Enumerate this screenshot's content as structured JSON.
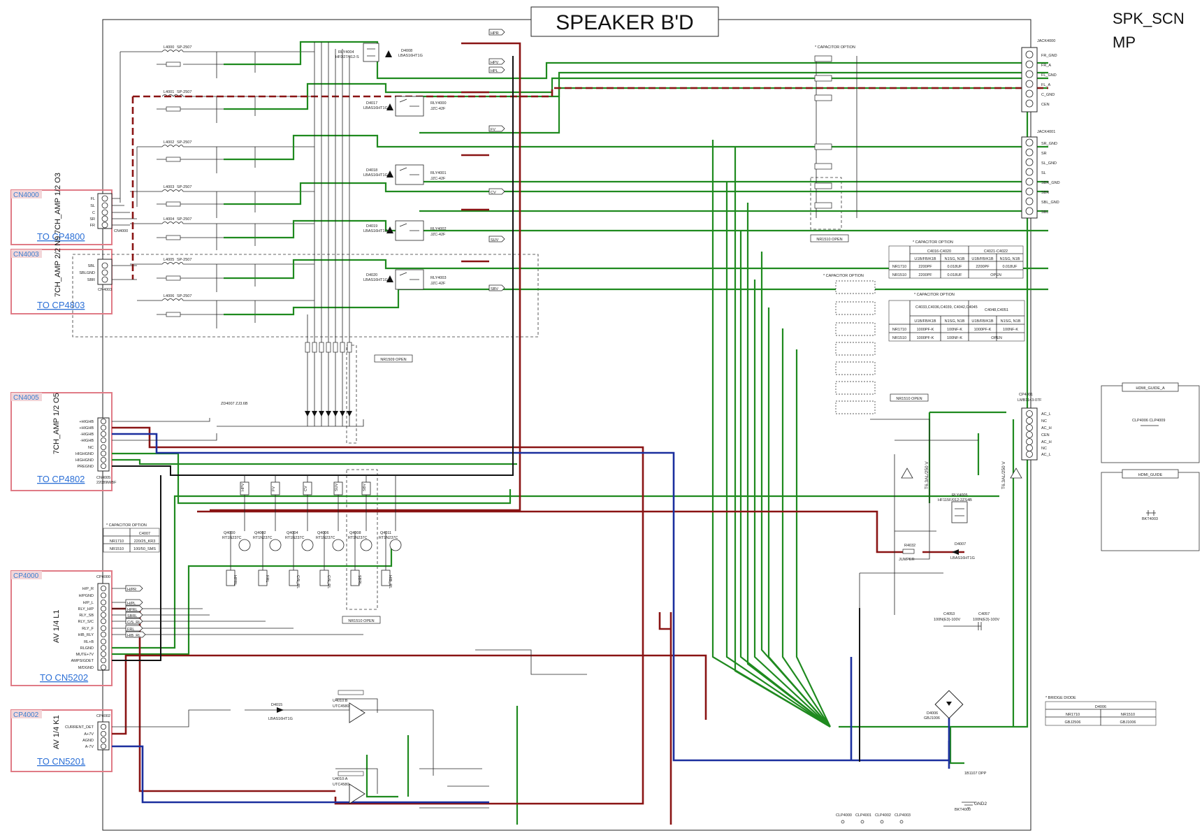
{
  "page": {
    "title": "SPEAKER B'D",
    "page_name": [
      "SPK_SCN",
      "MP"
    ]
  },
  "connectors": [
    {
      "id": "CN4000",
      "side_label": "7CH_AMP 1/2 O3",
      "link": "TO CP4800",
      "pins": [
        "FL",
        "SL",
        "C",
        "SR",
        "FR"
      ],
      "ref": "CN4000"
    },
    {
      "id": "CN4003",
      "side_label": "7CH_AMP 2/2 N9",
      "link": "TO CP4803",
      "pins": [
        "SBL",
        "SBLGND",
        "SBR"
      ],
      "ref": "CN4003"
    },
    {
      "id": "CN4005",
      "side_label": "7CH_AMP 1/2 O5",
      "link": "TO CP4802",
      "pins": [
        "+HIGHB",
        "+HIGHB",
        "-HIGHB",
        "-HIGHB",
        "NC",
        "HIGHGND",
        "HIGHGND",
        "PREGND"
      ],
      "ref": "CN4005",
      "ref2": "22089M/BF"
    },
    {
      "id": "CP4000",
      "side_label": "AV 1/4 L1",
      "link": "TO CN5202",
      "pins": [
        "H/P_R",
        "H/PGND",
        "H/P_L",
        "RLY_H/P",
        "RLY_SB",
        "RLY_S/C",
        "RLY_F",
        "HIB_RLY",
        "RL+B",
        "RLGND",
        "MUTE+7V",
        "AMPSIGDET",
        "M/DGND"
      ],
      "ref": "CP4000"
    },
    {
      "id": "CP4002",
      "side_label": "AV 1/4 K1",
      "link": "TO CN5201",
      "pins": [
        "CURRENT_DET",
        "A+7V",
        "AGND",
        "A-7V"
      ],
      "ref": "CP4002"
    }
  ],
  "jacks": [
    {
      "id": "JACK4000",
      "pins": [
        "FR_GND",
        "FR_A",
        "FL_GND",
        "FL_A",
        "C_GND",
        "CEN"
      ]
    },
    {
      "id": "JACK4001",
      "pins": [
        "SR_GND",
        "SR",
        "SL_GND",
        "SL",
        "SBR_GND",
        "SBR",
        "SBL_GND",
        "SBL"
      ]
    },
    {
      "id": "CP4001",
      "sub": "LMB1143-07F",
      "pins": [
        "AC_L",
        "NC",
        "AC_H",
        "CEN",
        "AC_H",
        "NC",
        "AC_L"
      ]
    }
  ],
  "net_tags": {
    "relay_side": [
      "HPR",
      "HPV",
      "HPL",
      "FV",
      "CV",
      "SUV",
      "SBV"
    ],
    "cp4000_side": [
      "H/PR",
      "H/PL",
      "HPRL",
      "SBRL",
      "C/S_RL",
      "FRL",
      "HIB_RL"
    ],
    "transistor_tags": [
      "HPV",
      "FV",
      "CV",
      "SUV",
      "SBV"
    ],
    "collector_tags": [
      "HPRL",
      "FRL",
      "C/S_RL",
      "C/S_RL",
      "SBRL",
      "HIB_RL"
    ]
  },
  "relays": [
    {
      "ref": "RLY4004",
      "part": "HFD27/012-S"
    },
    {
      "ref": "RLY4000",
      "part": "JZC-42F"
    },
    {
      "ref": "RLY4001",
      "part": "JZC-42F"
    },
    {
      "ref": "RLY4002",
      "part": "JZC-42F"
    },
    {
      "ref": "RLY4003",
      "part": "JZC-42F"
    },
    {
      "ref": "RLY4005",
      "part": "HF115F/012-2ZS4B"
    }
  ],
  "diodes": [
    {
      "ref": "D4008",
      "part": "LBAS16HT1G"
    },
    {
      "ref": "D4017",
      "part": "LBAS16HT1G"
    },
    {
      "ref": "D4018",
      "part": "LBAS16HT1G"
    },
    {
      "ref": "D4019",
      "part": "LBAS16HT1G"
    },
    {
      "ref": "D4020",
      "part": "LBAS16HT1G"
    },
    {
      "ref": "D4015",
      "part": "LBAS16HT1G"
    },
    {
      "ref": "D4007",
      "part": "LBAS16HT1G"
    },
    {
      "ref": "D4006",
      "part": "GBJ1006"
    }
  ],
  "transistors": [
    {
      "ref": "Q4000",
      "part": "RT1N237C"
    },
    {
      "ref": "Q4002",
      "part": "RT1N237C"
    },
    {
      "ref": "Q4004",
      "part": "RT1N237C"
    },
    {
      "ref": "Q4006",
      "part": "RT1N237C"
    },
    {
      "ref": "Q4008",
      "part": "RT1N237C"
    },
    {
      "ref": "Q4011",
      "part": "RT1N237C"
    }
  ],
  "coils": [
    "L4000",
    "L4001",
    "L4002",
    "L4003",
    "L4004",
    "L4005",
    "L4006"
  ],
  "coil_value": "SP-2507",
  "misc_labels": {
    "cap_option": "* CAPACITOR OPTION",
    "bridge_diode": "* BRIDGE DIODE",
    "nr1510_open": "NR1510 OPEN",
    "nr1509_open": "NR1509 OPEN",
    "jumper": "JUMPER",
    "hdmi_guide_a": "HDMI_GUIDE_A",
    "hdmi_guide": "HDMI_GUIDE",
    "clips_a": "CLP4006  CLP4009",
    "bkt4003": "BKT4003",
    "bkt4000": "BKT4000",
    "gnd2": "GND2",
    "clp_row": [
      "CLP4000",
      "CLP4001",
      "CLP4002",
      "CLP4003"
    ],
    "fuse_a": "T6.3AL/250 V",
    "fuse_b": "T6.3AL/250 V",
    "u4010b": "U4010:B",
    "u4010a": "U4010:A",
    "utc4580": "UTC4580",
    "c4053": "C4053",
    "c4057": "C4057",
    "c4053_val": "100N(E3)-100V",
    "c4057_val": "100N(E3)-100V",
    "r4032": "R4032",
    "dpp": "1B1107  DPP",
    "zd4007": "ZD4007  ZJ3.6B"
  },
  "tables": {
    "cap_table_1": {
      "header_top": [
        "",
        "C4016-C4020",
        "C4021-C4022"
      ],
      "header_sub": [
        "",
        "U1B/FB/K1B",
        "N1SG, N1B",
        "U1B/FB/K1B",
        "N1SG, N1B"
      ],
      "rows": [
        [
          "NR1710",
          "2200PF",
          "0.018UF",
          "2200PF",
          "0.018UF"
        ],
        [
          "NR1510",
          "2200PF",
          "0.018UF",
          "OPEN",
          ""
        ]
      ]
    },
    "cap_table_2": {
      "header_top": [
        "",
        "C4033,C4036,C4039, C4042,C4045",
        "C4048,C4051"
      ],
      "header_sub": [
        "",
        "U1B/FB/K1B",
        "N1SG, N1B",
        "U1B/FB/K1B",
        "N1SG, N1B"
      ],
      "rows": [
        [
          "NR1710",
          "1000PF-K",
          "100NF-K",
          "1000PF-K",
          "100NF-K"
        ],
        [
          "NR1510",
          "1000PF-K",
          "100NF-K",
          "OPEN",
          ""
        ]
      ]
    },
    "cap_table_3": {
      "header": [
        "",
        "C4007"
      ],
      "rows": [
        [
          "NR1710",
          "220/25_KR3"
        ],
        [
          "NR1510",
          "100/50_SMS"
        ]
      ]
    },
    "bridge_table": {
      "header": [
        "D4006"
      ],
      "sub": [
        "NR1710",
        "NR1510"
      ],
      "row": [
        "GBJ2506",
        "GBJ1006"
      ]
    }
  },
  "colors": {
    "green_net": "#1f8a1f",
    "red_net": "#8a1414",
    "blue_net": "#1b2f9e",
    "connector_box": "#e07b86",
    "link_text": "#2b6fd6"
  }
}
